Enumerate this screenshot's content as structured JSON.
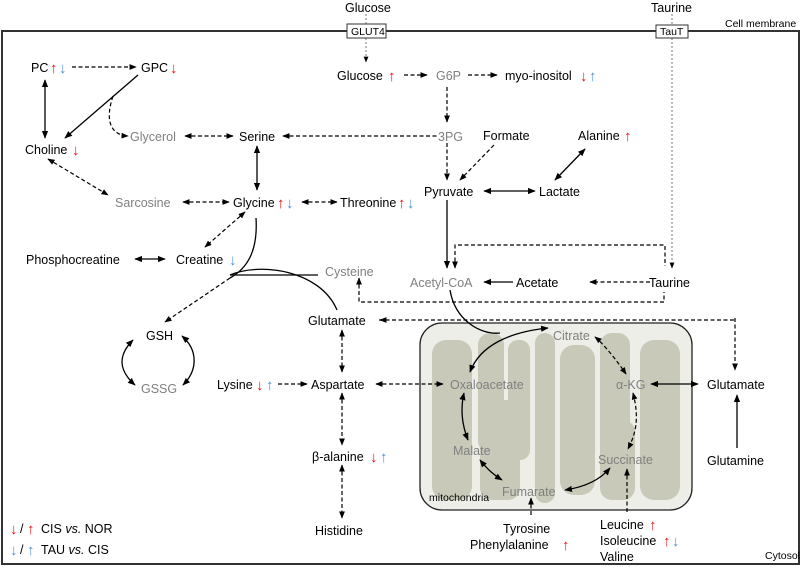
{
  "membrane": {
    "label": "Cell membrane",
    "cytosol_label": "Cytosol",
    "mitochondria_label": "mitochondria"
  },
  "transporters": {
    "glut4": "GLUT4",
    "taut": "TauT"
  },
  "extracellular": {
    "glucose": "Glucose",
    "taurine": "Taurine"
  },
  "metabolites": {
    "pc": "PC",
    "gpc": "GPC",
    "glucose": "Glucose",
    "g6p": "G6P",
    "myo_inositol": "myo-inositol",
    "glycerol": "Glycerol",
    "serine": "Serine",
    "pg3": "3PG",
    "formate": "Formate",
    "alanine": "Alanine",
    "choline": "Choline",
    "sarcosine": "Sarcosine",
    "glycine": "Glycine",
    "threonine": "Threonine",
    "pyruvate": "Pyruvate",
    "lactate": "Lactate",
    "phosphocreatine": "Phosphocreatine",
    "creatine": "Creatine",
    "cysteine": "Cysteine",
    "acetyl_coa": "Acetyl-CoA",
    "acetate": "Acetate",
    "taurine": "Taurine",
    "glutamate": "Glutamate",
    "gsh": "GSH",
    "gssg": "GSSG",
    "lysine": "Lysine",
    "aspartate": "Aspartate",
    "oxaloacetate": "Oxaloacetate",
    "citrate": "Citrate",
    "akg": "α-KG",
    "glutamate2": "Glutamate",
    "malate": "Malate",
    "succinate": "Succinate",
    "fumarate": "Fumarate",
    "glutamine": "Glutamine",
    "beta_alanine": "β-alanine",
    "histidine": "Histidine",
    "tyrosine": "Tyrosine",
    "phenylalanine": "Phenylalanine",
    "leucine": "Leucine",
    "isoleucine": "Isoleucine",
    "valine": "Valine"
  },
  "changes": {
    "pc": [
      "up-red",
      "down-blue"
    ],
    "gpc": [
      "down-red"
    ],
    "glucose": [
      "up-red"
    ],
    "myo_inositol": [
      "down-red",
      "up-blue"
    ],
    "alanine": [
      "up-red"
    ],
    "choline": [
      "down-red"
    ],
    "glycine": [
      "up-red",
      "down-blue"
    ],
    "threonine": [
      "up-red",
      "down-blue"
    ],
    "creatine": [
      "down-blue"
    ],
    "lysine": [
      "down-red",
      "up-blue"
    ],
    "beta_alanine": [
      "down-red",
      "up-blue"
    ],
    "phenylalanine": [
      "up-red"
    ],
    "leucine": [
      "up-red"
    ],
    "isoleucine": [
      "up-red",
      "down-blue"
    ]
  },
  "glyphs": {
    "up": "↑",
    "down": "↓",
    "slash": "/"
  },
  "legend": {
    "cis_vs_nor_a": "CIS ",
    "cis_vs_nor_vs": "vs.",
    "cis_vs_nor_b": " NOR",
    "tau_vs_cis_a": "TAU ",
    "tau_vs_cis_vs": "vs.",
    "tau_vs_cis_b": " CIS"
  },
  "colors": {
    "cis_vs_nor": "#ee1111",
    "tau_vs_cis": "#4a8fdc",
    "inactive_metabolite": "#808080",
    "mitochondria_fill": "#c8c9b8"
  }
}
